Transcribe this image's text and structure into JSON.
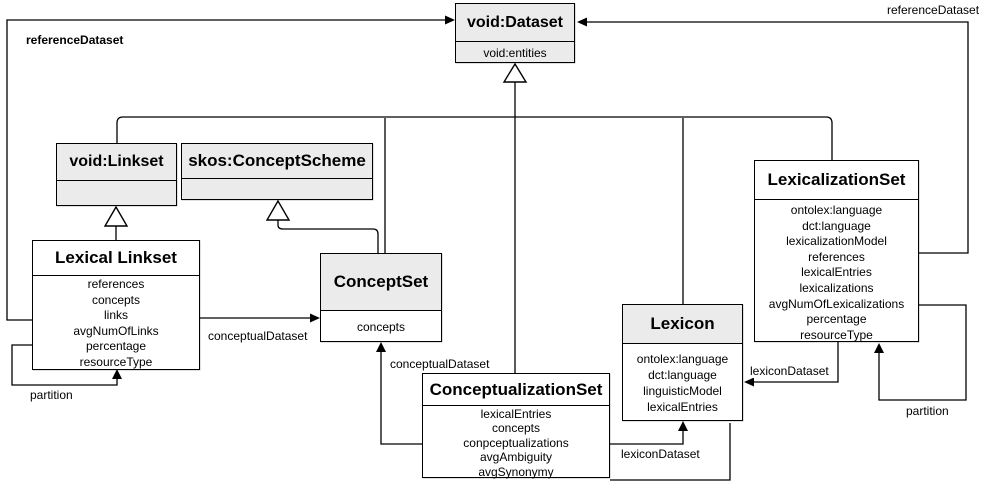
{
  "classes": {
    "void_dataset": {
      "title": "void:Dataset",
      "attributes": [
        "void:entities"
      ]
    },
    "void_linkset": {
      "title": "void:Linkset",
      "attributes": []
    },
    "skos_conceptscheme": {
      "title": "skos:ConceptScheme",
      "attributes": []
    },
    "lexical_linkset": {
      "title": "Lexical Linkset",
      "attributes": [
        "references",
        "concepts",
        "links",
        "avgNumOfLinks",
        "percentage",
        "resourceType"
      ]
    },
    "conceptset": {
      "title": "ConceptSet",
      "attributes": [
        "concepts"
      ]
    },
    "conceptualizationset": {
      "title": "ConceptualizationSet",
      "attributes": [
        "lexicalEntries",
        "concepts",
        "conpceptualizations",
        "avgAmbiguity",
        "avgSynonymy"
      ]
    },
    "lexicon": {
      "title": "Lexicon",
      "attributes": [
        "ontolex:language",
        "dct:language",
        "linguisticModel",
        "lexicalEntries"
      ]
    },
    "lexicalizationset": {
      "title": "LexicalizationSet",
      "attributes": [
        "ontolex:language",
        "dct:language",
        "lexicalizationModel",
        "references",
        "lexicalEntries",
        "lexicalizations",
        "avgNumOfLexicalizations",
        "percentage",
        "resourceType"
      ]
    }
  },
  "edge_labels": {
    "reference_dataset_left": "referenceDataset",
    "reference_dataset_right": "referenceDataset",
    "conceptual_dataset_left": "conceptualDataset",
    "conceptual_dataset_mid": "conceptualDataset",
    "lexicon_dataset_bottom": "lexiconDataset",
    "lexicon_dataset_right": "lexiconDataset",
    "partition_left": "partition",
    "partition_right": "partition"
  },
  "colors": {
    "class_fill_gray": "#ebebeb",
    "class_fill_white": "#ffffff",
    "line": "#000000",
    "background": "#ffffff"
  }
}
